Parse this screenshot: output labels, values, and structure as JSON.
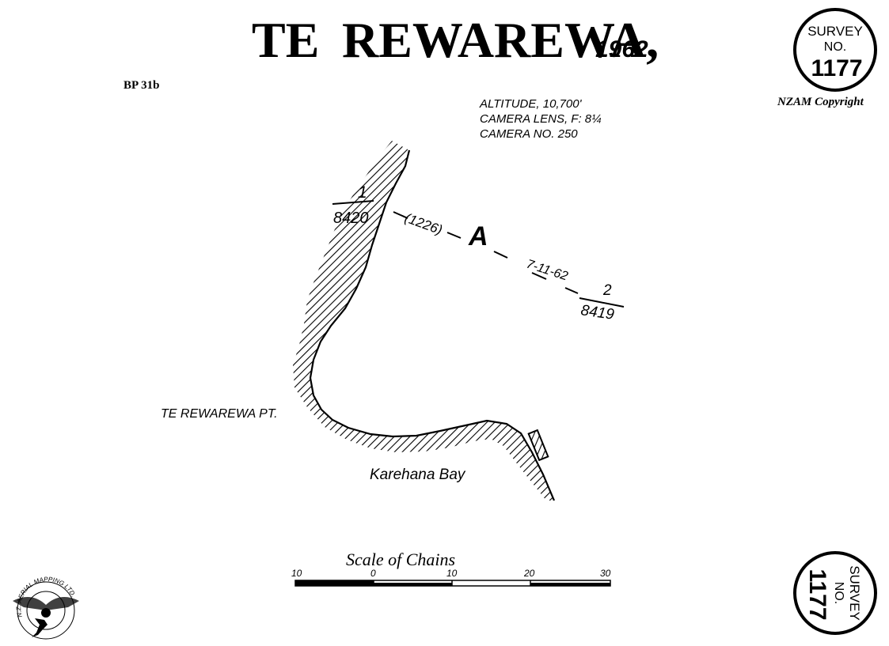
{
  "title": {
    "te": "TE",
    "rewarewa": "REWAREWA,",
    "year": "1962"
  },
  "ref_code": "BP 31b",
  "copyright": "NZAM Copyright",
  "survey_stamp": {
    "line1": "SURVEY",
    "line2": "NO.",
    "number": "1177"
  },
  "flight_info": {
    "altitude": "ALTITUDE, 10,700'",
    "lens": "CAMERA LENS, F: 8¼",
    "camera": "CAMERA NO. 250"
  },
  "flight_line": {
    "start_run": "1",
    "start_photo": "8420",
    "flight_no": "(1226)",
    "run_letter": "A",
    "date": "7-11-62",
    "end_run": "2",
    "end_photo": "8419"
  },
  "place_names": {
    "point": "TE REWAREWA PT.",
    "bay": "Karehana Bay"
  },
  "scale": {
    "title": "Scale of Chains",
    "ticks": [
      "10",
      "0",
      "10",
      "20",
      "30"
    ]
  },
  "logo": {
    "arc_text": "N.Z. AERIAL MAPPING LTD."
  },
  "colors": {
    "ink": "#000000",
    "background": "#ffffff"
  }
}
